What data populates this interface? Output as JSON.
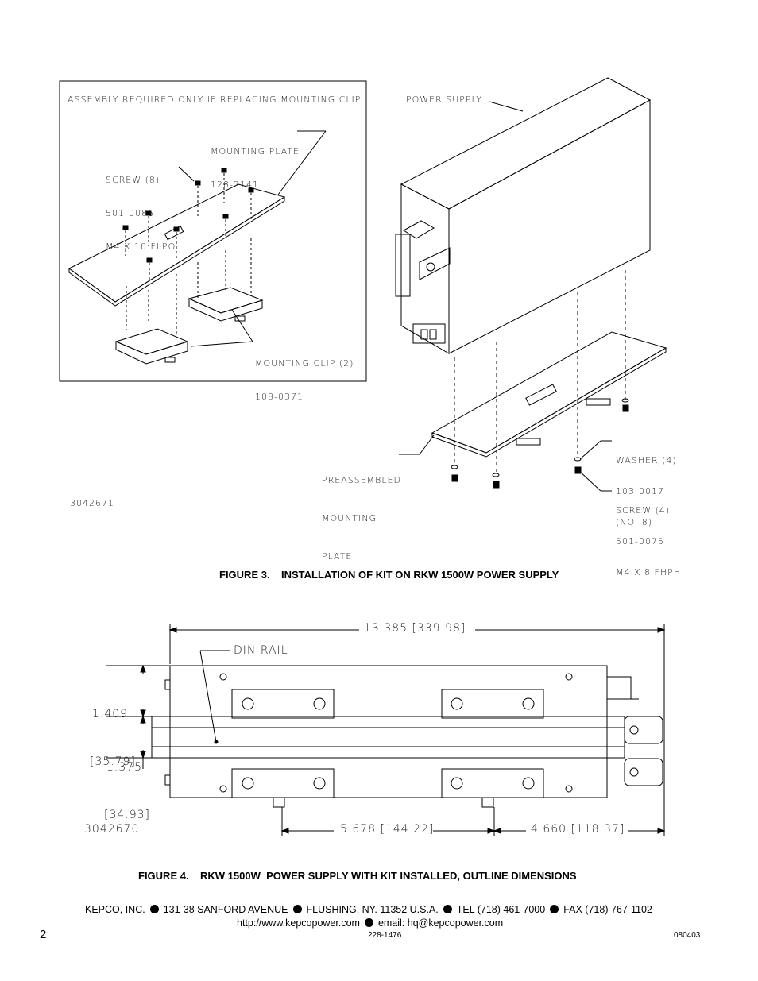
{
  "figure3": {
    "inset_note": "ASSEMBLY REQUIRED ONLY IF REPLACING MOUNTING CLIP.",
    "mounting_plate": [
      "MOUNTING PLATE",
      "128-2141"
    ],
    "screw8": [
      "SCREW (8)",
      "501-0086",
      "M4 X 10 FLPO"
    ],
    "mounting_clip": [
      "MOUNTING CLIP (2)",
      "108-0371"
    ],
    "power_supply": "POWER SUPPLY",
    "preassembled": [
      "PREASSEMBLED",
      "MOUNTING",
      "PLATE"
    ],
    "washer": [
      "WASHER (4)",
      "103-0017",
      "(NO. 8)"
    ],
    "screw4": [
      "SCREW (4)",
      "501-0075",
      "M4 X 8 FHPH"
    ],
    "drawing_number": "3042671",
    "caption": "FIGURE 3.    INSTALLATION OF KIT ON RKW 1500W POWER SUPPLY"
  },
  "figure4": {
    "overall_width": "13.385 [339.98]",
    "din_rail": "DIN RAIL",
    "dim_top": [
      "1.409",
      "[35.79]"
    ],
    "dim_rail": [
      "1.375",
      "[34.93]"
    ],
    "dim_left": "5.678 [144.22]",
    "dim_right": "4.660 [118.37]",
    "drawing_number": "3042670",
    "caption": "FIGURE 4.    RKW 1500W  POWER SUPPLY WITH KIT INSTALLED, OUTLINE DIMENSIONS"
  },
  "footer": {
    "company": "KEPCO, INC.",
    "address": "131-38 SANFORD AVENUE",
    "city": "FLUSHING, NY. 11352 U.S.A.",
    "tel": "TEL (718) 461-7000",
    "fax": "FAX (718) 767-1102",
    "web": "http://www.kepcopower.com",
    "email": "email: hq@kepcopower.com",
    "doc_number": "228-1476",
    "page_number": "2",
    "date_code": "080403"
  }
}
